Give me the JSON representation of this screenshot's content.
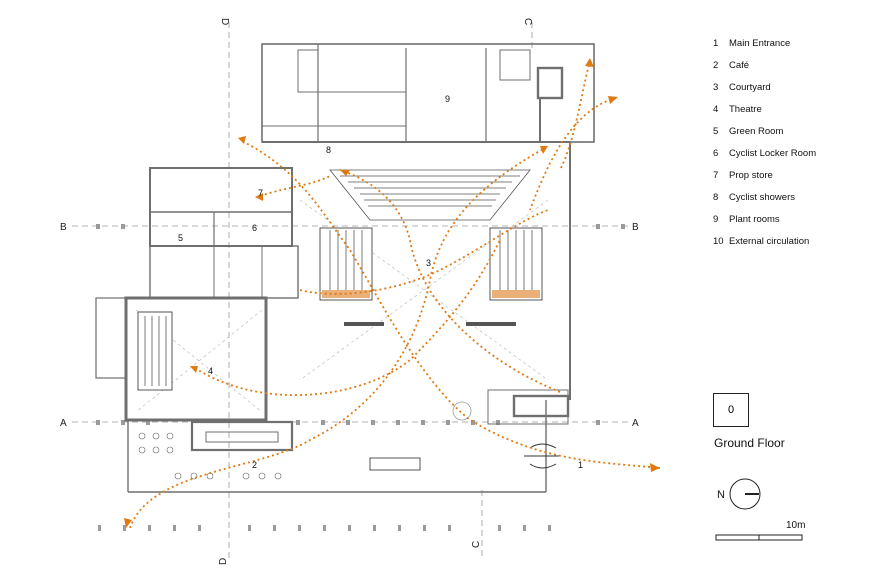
{
  "legend": [
    {
      "num": "1",
      "label": "Main Entrance"
    },
    {
      "num": "2",
      "label": "Café"
    },
    {
      "num": "3",
      "label": "Courtyard"
    },
    {
      "num": "4",
      "label": "Theatre"
    },
    {
      "num": "5",
      "label": "Green Room"
    },
    {
      "num": "6",
      "label": "Cyclist Locker Room"
    },
    {
      "num": "7",
      "label": "Prop store"
    },
    {
      "num": "8",
      "label": "Cyclist showers"
    },
    {
      "num": "9",
      "label": "Plant rooms"
    },
    {
      "num": "10",
      "label": "External circulation"
    }
  ],
  "floor": {
    "number": "0",
    "label": "Ground Floor"
  },
  "north_label": "N",
  "scale_label": "10m",
  "grid_labels": {
    "a": "A",
    "b": "B",
    "c": "C",
    "d": "D"
  },
  "room_numbers": {
    "r1": "1",
    "r2": "2",
    "r3": "3",
    "r4": "4",
    "r5": "5",
    "r6": "6",
    "r7": "7",
    "r8": "8",
    "r9": "9"
  },
  "colors": {
    "wall": "#707070",
    "circulation": "#e07a10",
    "line": "#888888"
  }
}
